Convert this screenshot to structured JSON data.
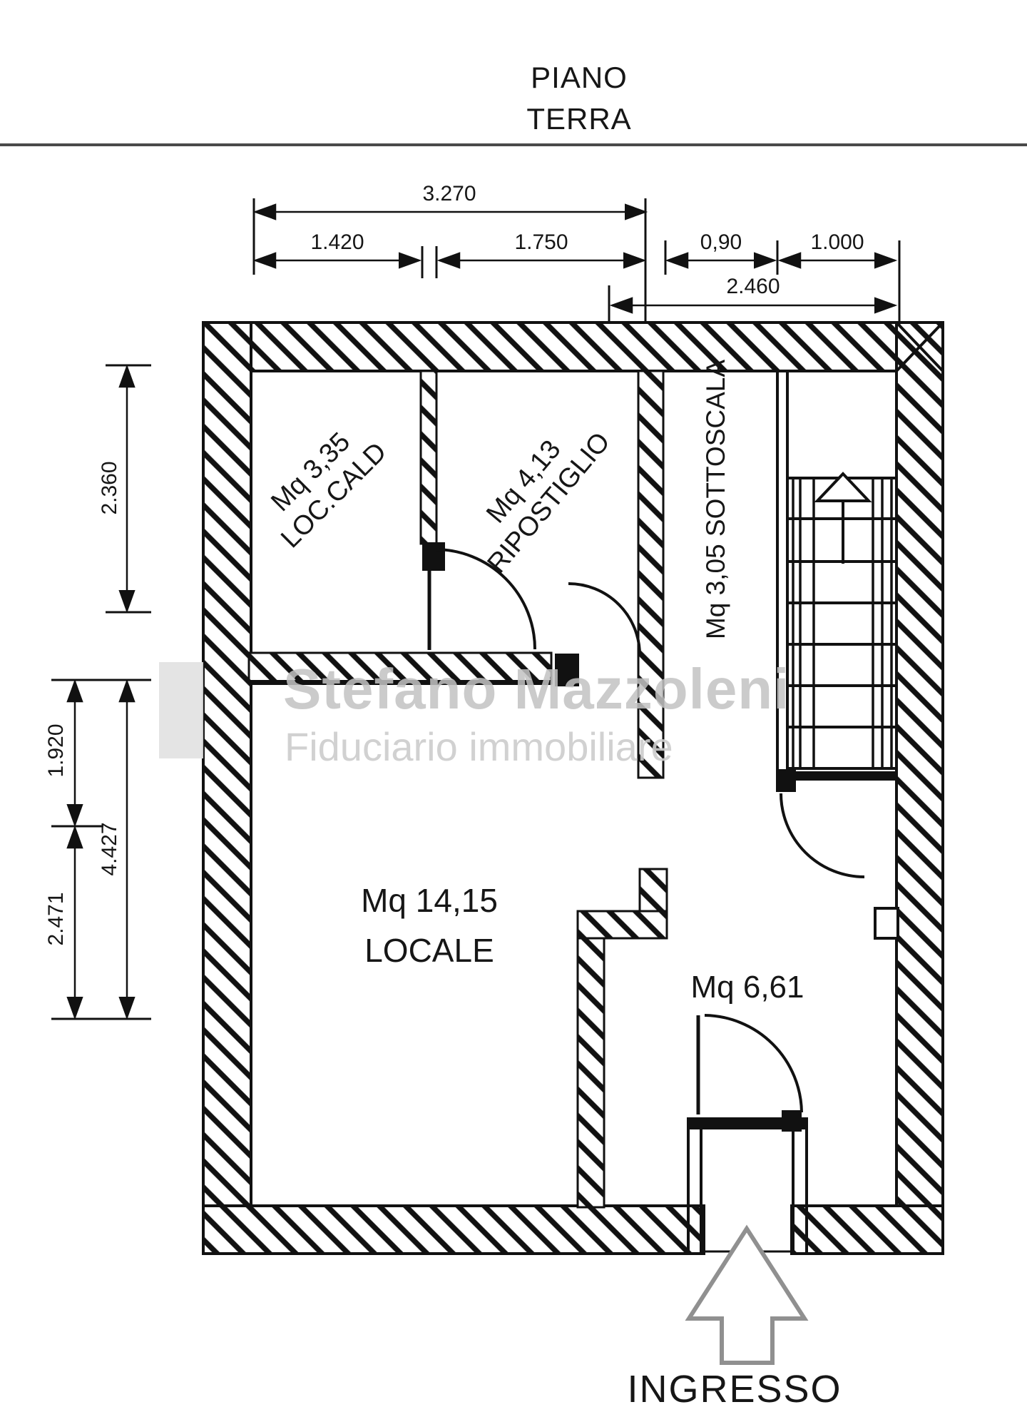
{
  "title": {
    "line1": "PIANO",
    "line2": "TERRA"
  },
  "watermark": {
    "name": "Stefano Mazzoleni",
    "tagline": "Fiduciario immobiliare"
  },
  "rooms": {
    "loc_cald": {
      "area": "Mq 3,35",
      "name": "LOC.CALD"
    },
    "ripostiglio": {
      "area": "Mq 4,13",
      "name": "RIPOSTIGLIO"
    },
    "sottoscala": {
      "label": "Mq 3,05 SOTTOSCALA"
    },
    "locale": {
      "area": "Mq 14,15",
      "name": "LOCALE"
    },
    "vestibolo": {
      "area": "Mq 6,61"
    }
  },
  "entrance": {
    "label": "INGRESSO"
  },
  "dimensions": {
    "top": [
      "3.270",
      "1.420",
      "1.750",
      "0,90",
      "1.000",
      "2.460"
    ],
    "left": [
      "2.360",
      "1.920",
      "2.471",
      "4.427"
    ]
  },
  "colors": {
    "line": "#111111",
    "rule": "#4a4a4a",
    "watermark": "#c3c3c3",
    "arrow": "#909090"
  }
}
